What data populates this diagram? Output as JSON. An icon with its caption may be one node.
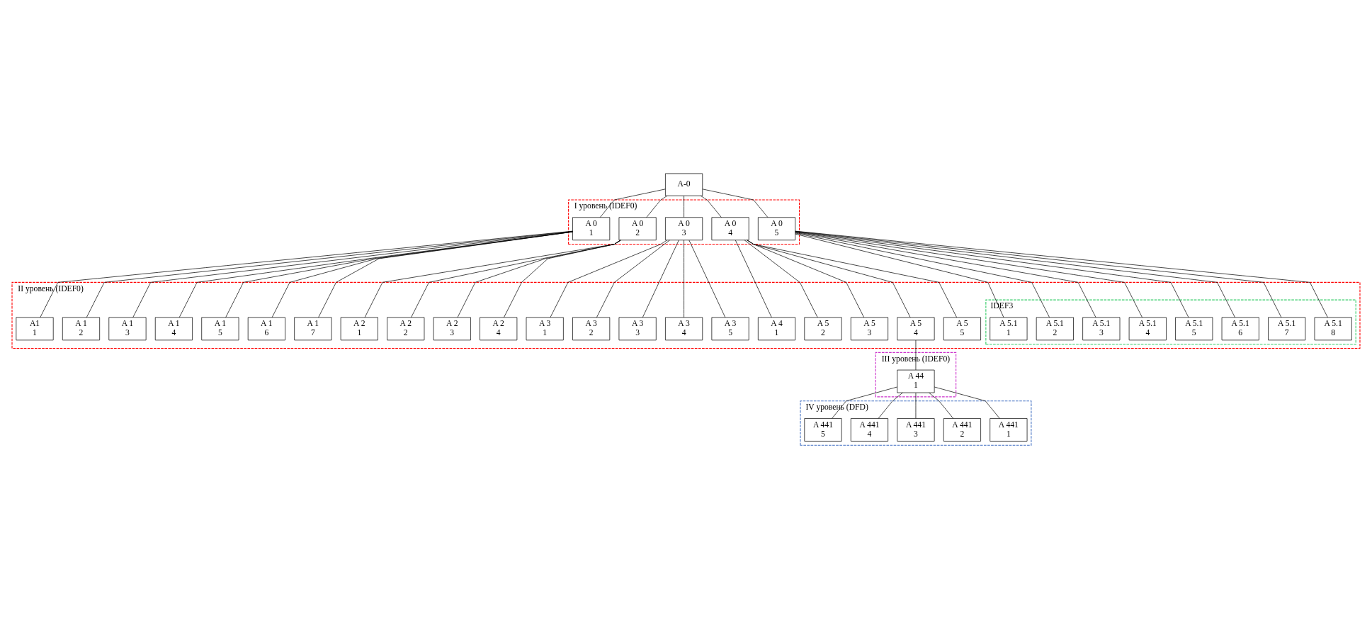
{
  "diagram": {
    "nodes": [
      {
        "text": [
          "A-0"
        ]
      },
      {
        "text": [
          "I уровень (IDEF0)"
        ]
      },
      {
        "text": [
          "A 0",
          "1"
        ],
        "in": 1
      },
      {
        "text": [
          "A 0",
          "2"
        ],
        "in": 1
      },
      {
        "text": [
          "A 0",
          "3"
        ],
        "in": 1
      },
      {
        "text": [
          "A 0",
          "4"
        ],
        "in": 1
      },
      {
        "text": [
          "A 0",
          "5"
        ],
        "in": 1
      },
      {
        "text": [
          "II уровень (IDEF0)"
        ]
      },
      {
        "text": [
          "A1",
          "1"
        ],
        "in": 7
      },
      {
        "text": [
          "A 1",
          "2"
        ],
        "in": 7
      },
      {
        "text": [
          "A 1",
          "3"
        ],
        "in": 7
      },
      {
        "text": [
          "A 1",
          "4"
        ],
        "in": 7
      },
      {
        "text": [
          "A 1",
          "5"
        ],
        "in": 7
      },
      {
        "text": [
          "A 1",
          "6"
        ],
        "in": 7
      },
      {
        "text": [
          "A 1",
          "7"
        ],
        "in": 7
      },
      {
        "text": [
          "A 3",
          "1"
        ],
        "in": 7
      },
      {
        "text": [
          "A 3",
          "2"
        ],
        "in": 7
      },
      {
        "text": [
          "A 3",
          "3"
        ],
        "in": 7
      },
      {
        "text": [
          "A 3",
          "4"
        ],
        "in": 7
      },
      {
        "text": [
          "A 3",
          "5"
        ],
        "in": 7
      },
      {
        "text": [
          "A 2",
          "1"
        ],
        "in": 7
      },
      {
        "text": [
          "A 2",
          "2"
        ],
        "in": 7
      },
      {
        "text": [
          "A 2",
          "3"
        ],
        "in": 7
      },
      {
        "text": [
          "A 2",
          "4"
        ],
        "in": 7
      },
      {
        "text": [
          "A 4",
          "1"
        ],
        "in": 7
      },
      {
        "text": [
          "A 5",
          "2"
        ],
        "in": 7
      },
      {
        "text": [
          "A 5",
          "3"
        ],
        "in": 7
      },
      {
        "text": [
          "A 5",
          "4"
        ],
        "in": 7
      },
      {
        "text": [
          "A 5",
          "5"
        ],
        "in": 7
      },
      {
        "text": [
          "IDEF3"
        ],
        "in": 7
      },
      {
        "text": [
          "A 5.1",
          "1"
        ],
        "in": 29
      },
      {
        "text": [
          "A 5.1",
          "2"
        ],
        "in": 29
      },
      {
        "text": [
          "A 5.1",
          "3"
        ],
        "in": 29
      },
      {
        "text": [
          "A 5.1",
          "4"
        ],
        "in": 29
      },
      {
        "text": [
          "A 5.1",
          "5"
        ],
        "in": 29
      },
      {
        "text": [
          "A 5.1",
          "6"
        ],
        "in": 29
      },
      {
        "text": [
          "A 5.1",
          "7"
        ],
        "in": 29
      },
      {
        "text": [
          "A 5.1",
          "8"
        ],
        "in": 29
      },
      {
        "text": [
          "III уровень (IDEF0)"
        ]
      },
      {
        "text": [
          "A 44",
          "1"
        ],
        "in": 38
      },
      {
        "text": [
          "IV уровень (DFD)"
        ]
      },
      {
        "text": [
          "A 441",
          "1"
        ],
        "in": 40
      },
      {
        "text": [
          "A 441",
          "2"
        ],
        "in": 40
      },
      {
        "text": [
          "A 441",
          "3"
        ],
        "in": 40
      },
      {
        "text": [
          "A 441",
          "4"
        ],
        "in": 40
      },
      {
        "text": [
          "A 441",
          "5"
        ],
        "in": 40
      }
    ],
    "edges": [
      {
        "from": 0,
        "to": 2,
        "arrow": "none"
      },
      {
        "from": 0,
        "to": 3,
        "arrow": "none"
      },
      {
        "from": 0,
        "to": 4,
        "arrow": "none"
      },
      {
        "from": 0,
        "to": 5,
        "arrow": "none"
      },
      {
        "from": 0,
        "to": 6,
        "arrow": "none"
      },
      {
        "from": 2,
        "to": 8,
        "arrow": "none"
      },
      {
        "from": 2,
        "to": 9,
        "arrow": "none"
      },
      {
        "from": 2,
        "to": 10,
        "arrow": "none"
      },
      {
        "from": 2,
        "to": 11,
        "arrow": "none"
      },
      {
        "from": 2,
        "to": 12,
        "arrow": "none"
      },
      {
        "from": 2,
        "to": 13,
        "arrow": "none"
      },
      {
        "from": 2,
        "to": 14,
        "arrow": "none"
      },
      {
        "from": 3,
        "to": 20,
        "arrow": "none"
      },
      {
        "from": 3,
        "to": 21,
        "arrow": "none"
      },
      {
        "from": 3,
        "to": 22,
        "arrow": "none"
      },
      {
        "from": 3,
        "to": 23,
        "arrow": "none"
      },
      {
        "from": 4,
        "to": 15,
        "arrow": "none"
      },
      {
        "from": 4,
        "to": 16,
        "arrow": "none"
      },
      {
        "from": 4,
        "to": 17,
        "arrow": "none"
      },
      {
        "from": 4,
        "to": 18,
        "arrow": "none"
      },
      {
        "from": 4,
        "to": 19,
        "arrow": "none"
      },
      {
        "from": 5,
        "to": 24,
        "arrow": "none"
      },
      {
        "from": 5,
        "to": 25,
        "arrow": "none"
      },
      {
        "from": 5,
        "to": 26,
        "arrow": "none"
      },
      {
        "from": 5,
        "to": 27,
        "arrow": "none"
      },
      {
        "from": 5,
        "to": 28,
        "arrow": "none"
      },
      {
        "from": 6,
        "to": 30,
        "arrow": "none"
      },
      {
        "from": 6,
        "to": 31,
        "arrow": "none"
      },
      {
        "from": 6,
        "to": 32,
        "arrow": "none"
      },
      {
        "from": 6,
        "to": 33,
        "arrow": "none"
      },
      {
        "from": 6,
        "to": 34,
        "arrow": "none"
      },
      {
        "from": 6,
        "to": 35,
        "arrow": "none"
      },
      {
        "from": 6,
        "to": 36,
        "arrow": "none"
      },
      {
        "from": 6,
        "to": 37,
        "arrow": "none"
      },
      {
        "from": 27,
        "to": 39,
        "arrow": "none"
      },
      {
        "from": 39,
        "to": 41,
        "arrow": "none"
      },
      {
        "from": 39,
        "to": 42,
        "arrow": "none"
      },
      {
        "from": 39,
        "to": 43,
        "arrow": "none"
      },
      {
        "from": 39,
        "to": 44,
        "arrow": "none"
      },
      {
        "from": 39,
        "to": 45,
        "arrow": "none"
      }
    ]
  }
}
